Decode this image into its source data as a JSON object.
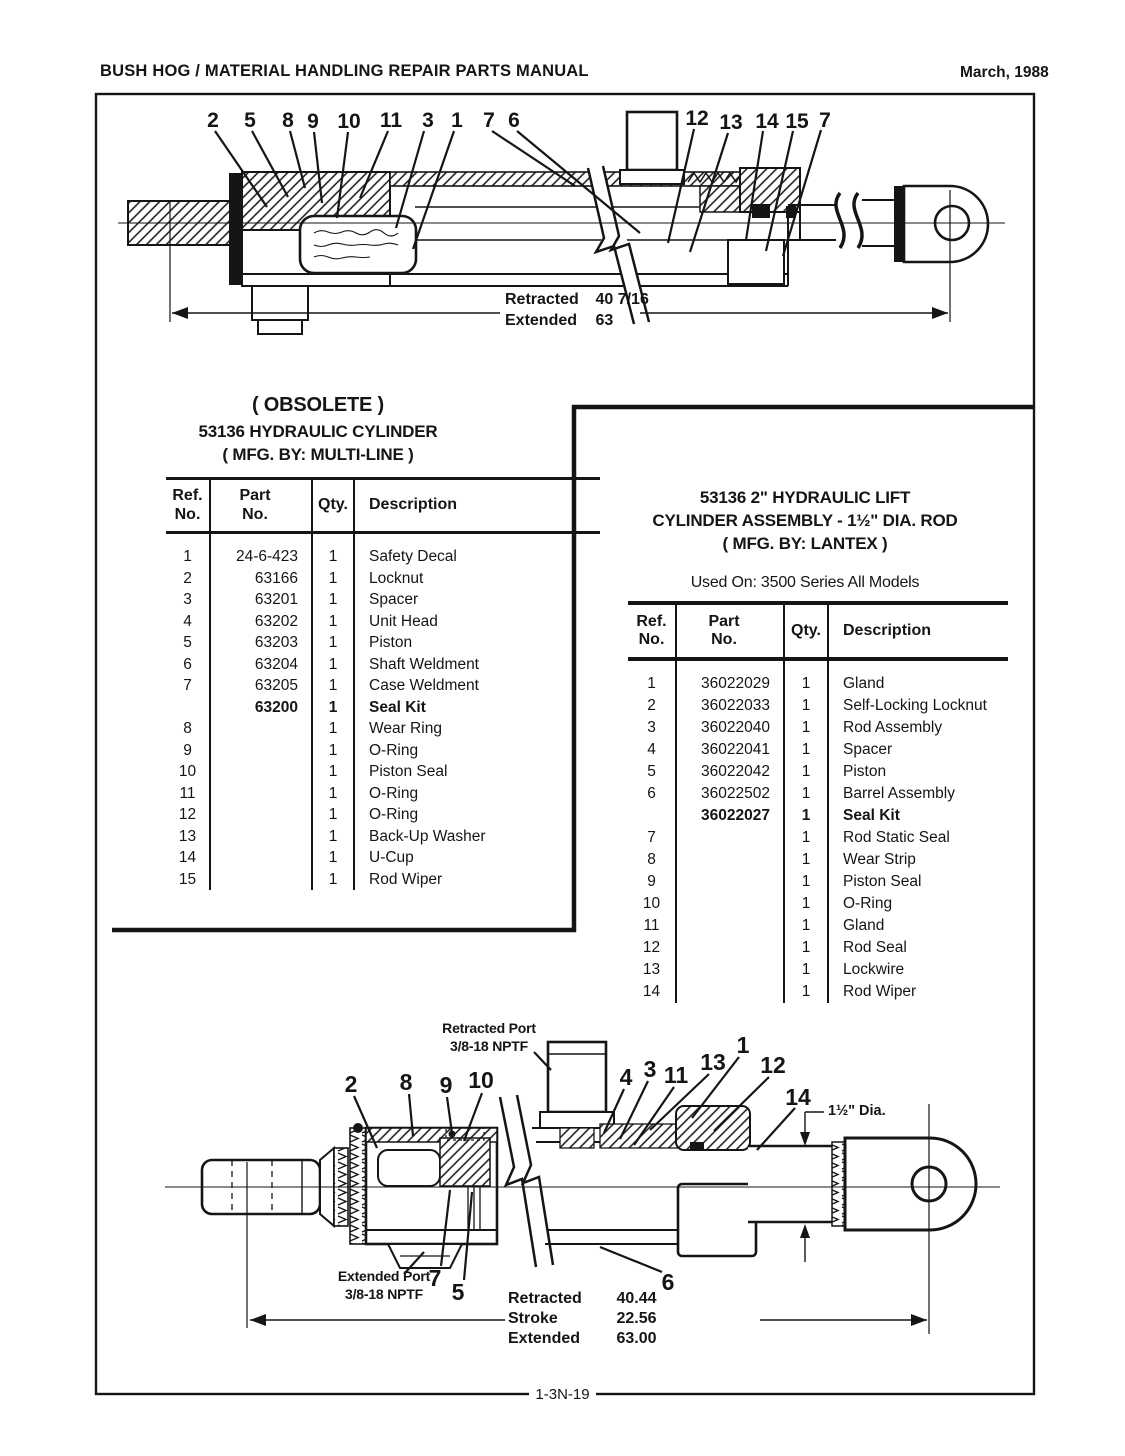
{
  "page": {
    "header_left": "BUSH HOG / MATERIAL HANDLING REPAIR PARTS MANUAL",
    "header_right": "March, 1988",
    "footer": "1-3N-19",
    "ink_color": "#151515"
  },
  "top_diagram": {
    "callouts": [
      "2",
      "5",
      "8",
      "9",
      "10",
      "11",
      "3",
      "1",
      "7",
      "6",
      "12",
      "13",
      "14",
      "15",
      "7"
    ],
    "dims": [
      {
        "label": "Retracted",
        "value": "40 7/16"
      },
      {
        "label": "Extended",
        "value": "63"
      }
    ]
  },
  "left_table": {
    "title1": "( OBSOLETE )",
    "title2": "53136 HYDRAULIC CYLINDER",
    "title3": "( MFG. BY: MULTI-LINE )",
    "headers": [
      [
        "Ref.",
        "No."
      ],
      [
        "Part",
        "No."
      ],
      [
        "Qty."
      ],
      [
        "Description"
      ]
    ],
    "rows": [
      {
        "ref": "1",
        "part": "24-6-423",
        "qty": "1",
        "desc": "Safety Decal"
      },
      {
        "ref": "2",
        "part": "63166",
        "qty": "1",
        "desc": "Locknut"
      },
      {
        "ref": "3",
        "part": "63201",
        "qty": "1",
        "desc": "Spacer"
      },
      {
        "ref": "4",
        "part": "63202",
        "qty": "1",
        "desc": "Unit Head"
      },
      {
        "ref": "5",
        "part": "63203",
        "qty": "1",
        "desc": "Piston"
      },
      {
        "ref": "6",
        "part": "63204",
        "qty": "1",
        "desc": "Shaft Weldment"
      },
      {
        "ref": "7",
        "part": "63205",
        "qty": "1",
        "desc": "Case Weldment"
      },
      {
        "ref": "",
        "part": "63200",
        "qty": "1",
        "desc": "Seal Kit",
        "bold": true
      },
      {
        "ref": "8",
        "part": "",
        "qty": "1",
        "desc": "Wear Ring"
      },
      {
        "ref": "9",
        "part": "",
        "qty": "1",
        "desc": "O-Ring"
      },
      {
        "ref": "10",
        "part": "",
        "qty": "1",
        "desc": "Piston Seal"
      },
      {
        "ref": "11",
        "part": "",
        "qty": "1",
        "desc": "O-Ring"
      },
      {
        "ref": "12",
        "part": "",
        "qty": "1",
        "desc": "O-Ring"
      },
      {
        "ref": "13",
        "part": "",
        "qty": "1",
        "desc": "Back-Up Washer"
      },
      {
        "ref": "14",
        "part": "",
        "qty": "1",
        "desc": "U-Cup"
      },
      {
        "ref": "15",
        "part": "",
        "qty": "1",
        "desc": "Rod Wiper"
      }
    ]
  },
  "right_table": {
    "title1": "53136  2\" HYDRAULIC LIFT",
    "title2": "CYLINDER ASSEMBLY - 1½\" DIA. ROD",
    "title3": "( MFG. BY: LANTEX )",
    "used_on": "Used On:  3500 Series All Models",
    "headers": [
      [
        "Ref.",
        "No."
      ],
      [
        "Part",
        "No."
      ],
      [
        "Qty."
      ],
      [
        "Description"
      ]
    ],
    "rows": [
      {
        "ref": "1",
        "part": "36022029",
        "qty": "1",
        "desc": "Gland"
      },
      {
        "ref": "2",
        "part": "36022033",
        "qty": "1",
        "desc": "Self-Locking Locknut"
      },
      {
        "ref": "3",
        "part": "36022040",
        "qty": "1",
        "desc": "Rod Assembly"
      },
      {
        "ref": "4",
        "part": "36022041",
        "qty": "1",
        "desc": "Spacer"
      },
      {
        "ref": "5",
        "part": "36022042",
        "qty": "1",
        "desc": "Piston"
      },
      {
        "ref": "6",
        "part": "36022502",
        "qty": "1",
        "desc": "Barrel Assembly"
      },
      {
        "ref": "",
        "part": "36022027",
        "qty": "1",
        "desc": "Seal Kit",
        "bold": true
      },
      {
        "ref": "7",
        "part": "",
        "qty": "1",
        "desc": "Rod Static Seal"
      },
      {
        "ref": "8",
        "part": "",
        "qty": "1",
        "desc": "Wear Strip"
      },
      {
        "ref": "9",
        "part": "",
        "qty": "1",
        "desc": "Piston Seal"
      },
      {
        "ref": "10",
        "part": "",
        "qty": "1",
        "desc": "O-Ring"
      },
      {
        "ref": "11",
        "part": "",
        "qty": "1",
        "desc": "Gland"
      },
      {
        "ref": "12",
        "part": "",
        "qty": "1",
        "desc": "Rod Seal"
      },
      {
        "ref": "13",
        "part": "",
        "qty": "1",
        "desc": "Lockwire"
      },
      {
        "ref": "14",
        "part": "",
        "qty": "1",
        "desc": "Rod Wiper"
      }
    ]
  },
  "bottom_diagram": {
    "callouts": [
      "2",
      "8",
      "9",
      "10",
      "4",
      "3",
      "11",
      "13",
      "1",
      "12",
      "14",
      "7",
      "5",
      "6"
    ],
    "retracted_port": {
      "line1": "Retracted Port",
      "line2": "3/8-18 NPTF"
    },
    "extended_port": {
      "line1": "Extended Port",
      "line2": "3/8-18 NPTF"
    },
    "dia_label": "1½\" Dia.",
    "dims": [
      {
        "label": "Retracted",
        "value": "40.44"
      },
      {
        "label": "Stroke",
        "value": "22.56"
      },
      {
        "label": "Extended",
        "value": "63.00"
      }
    ]
  }
}
